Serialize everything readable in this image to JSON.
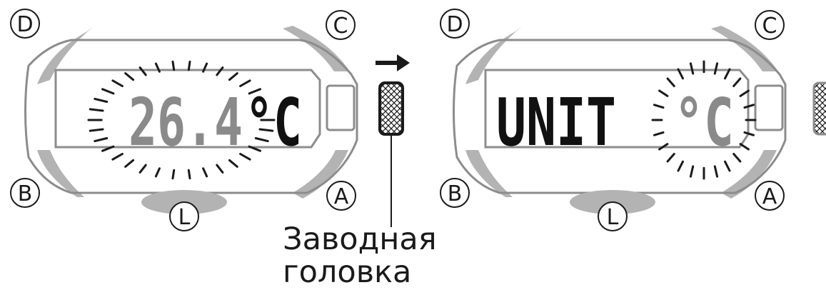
{
  "buttons": {
    "d": "D",
    "c": "C",
    "b": "B",
    "a": "A",
    "l": "L"
  },
  "left_watch": {
    "display_value": "26.4",
    "display_unit": "°C"
  },
  "right_watch": {
    "display_word": "UNIT",
    "display_unit": "°C"
  },
  "crown_caption": {
    "line1": "Заводная",
    "line2": "головка"
  },
  "colors": {
    "outline": "#1a1a1a",
    "bezel_gray": "#b3b3b3",
    "lcd_frame": "#8c8c8c",
    "dim_digits": "#8a8a8a",
    "dark_digits": "#111111"
  },
  "icons": {
    "arrow": "right-arrow-icon",
    "crown": "crown-icon",
    "flash": "flash-rays-icon"
  }
}
